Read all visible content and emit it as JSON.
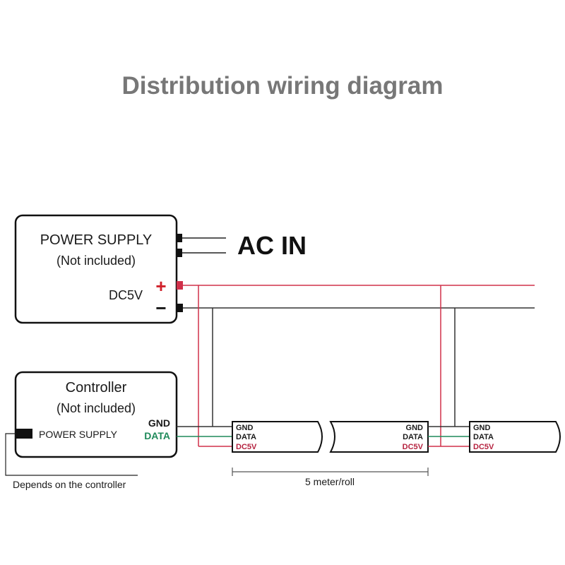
{
  "title": "Distribution wiring diagram",
  "power_supply": {
    "title": "POWER SUPPLY",
    "subtitle": "(Not included)",
    "voltage_label": "DC5V",
    "plus_symbol": "+",
    "minus_symbol": "−"
  },
  "ac_in": "AC IN",
  "controller": {
    "title": "Controller",
    "subtitle": "(Not included)",
    "power_label": "POWER SUPPLY",
    "gnd_label": "GND",
    "data_label": "DATA"
  },
  "strip_pins": {
    "gnd": "GND",
    "data": "DATA",
    "dc5v": "DC5V"
  },
  "note": "Depends on the controller",
  "length_label": "5 meter/roll",
  "colors": {
    "positive": "#d0304a",
    "ground": "#333333",
    "data": "#1f8a5a",
    "title": "#777777"
  }
}
